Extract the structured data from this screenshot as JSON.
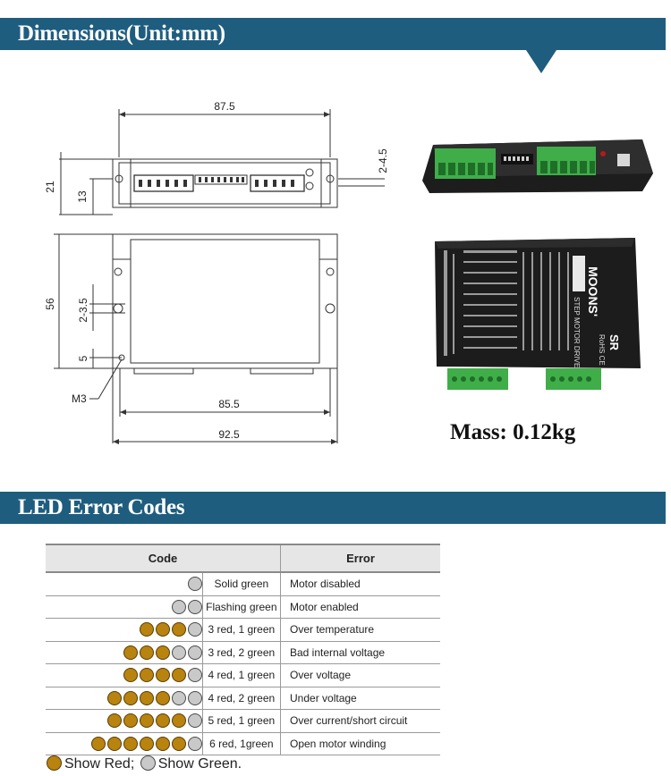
{
  "dimensions_section": {
    "title": "Dimensions(Unit:mm)"
  },
  "led_section": {
    "title": "LED Error Codes"
  },
  "drawing_labels": {
    "top_width": "87.5",
    "top_right_offset": "2-4.5",
    "side_height": "21",
    "side_inner": "13",
    "front_height": "56",
    "hole_dia": "2-3.5",
    "hole_offset": "5",
    "screw": "M3",
    "inner_width": "85.5",
    "outer_width": "92.5"
  },
  "mass": "Mass: 0.12kg",
  "table": {
    "header_code": "Code",
    "header_error": "Error",
    "rows": [
      {
        "red": 0,
        "green": 1,
        "desc": "Solid green",
        "error": "Motor disabled"
      },
      {
        "red": 0,
        "green": 2,
        "desc": "Flashing green",
        "error": "Motor enabled"
      },
      {
        "red": 3,
        "green": 1,
        "desc": "3 red, 1 green",
        "error": "Over temperature"
      },
      {
        "red": 3,
        "green": 2,
        "desc": "3 red, 2 green",
        "error": "Bad internal voltage"
      },
      {
        "red": 4,
        "green": 1,
        "desc": "4 red, 1 green",
        "error": "Over voltage"
      },
      {
        "red": 4,
        "green": 2,
        "desc": "4 red, 2 green",
        "error": "Under voltage"
      },
      {
        "red": 5,
        "green": 1,
        "desc": "5 red, 1 green",
        "error": "Over current/short circuit"
      },
      {
        "red": 6,
        "green": 1,
        "desc": "6 red, 1green",
        "error": "Open motor winding"
      }
    ]
  },
  "legend": {
    "red_label": "Show Red;",
    "green_label": "Show Green."
  },
  "colors": {
    "banner": "#1f5d7f",
    "red_led": "#b8830f",
    "green_led": "#c9c9c9"
  },
  "product_label": {
    "brand": "MOONS'",
    "model": "SR",
    "subtitle": "STEP MOTOR DRIVE",
    "rohs": "RoHS CE"
  }
}
